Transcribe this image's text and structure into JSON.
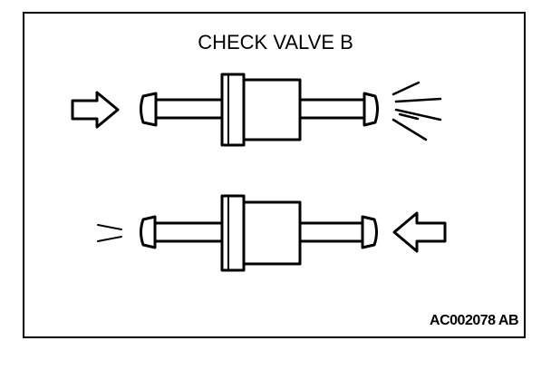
{
  "figure": {
    "title": "CHECK VALVE B",
    "code": "AC002078 AB"
  },
  "icons": {
    "flow_arrow_in": "hollow-arrow-right",
    "flow_arrow_reverse": "hollow-arrow-left",
    "flow_spray": "spray-lines",
    "blocked_spray": "short-lines",
    "valve": "check-valve"
  }
}
